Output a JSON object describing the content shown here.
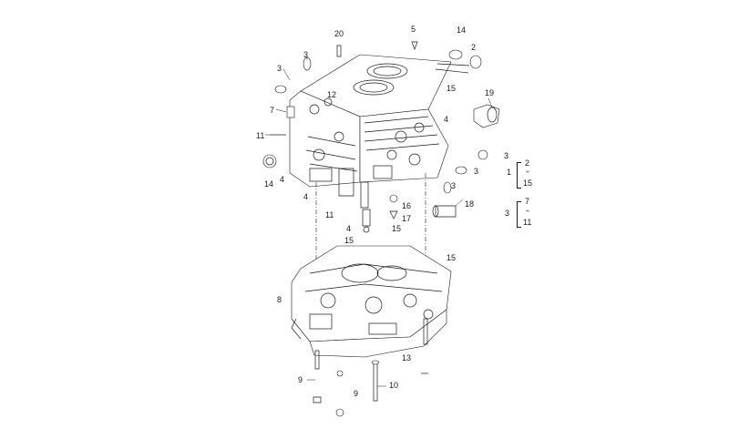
{
  "callouts": {
    "c20": "20",
    "c5": "5",
    "c14_top": "14",
    "c2_top": "2",
    "c3_a": "3",
    "c3_b": "3",
    "c12": "12",
    "c15_a": "15",
    "c19": "19",
    "c7": "7",
    "c4_a": "4",
    "c11_a": "11",
    "c3_c": "3",
    "c3_d": "3",
    "c3_e": "3",
    "c14_left": "14",
    "c4_b": "4",
    "c4_c": "4",
    "c16": "16",
    "c18": "18",
    "c11_b": "11",
    "c17": "17",
    "c4_d": "4",
    "c15_b": "15",
    "c15_c": "15",
    "c15_d": "15",
    "c8": "8",
    "c13": "13",
    "c9_a": "9",
    "c10": "10",
    "c9_b": "9"
  },
  "legend": {
    "group1": {
      "key": "1",
      "items": [
        "2",
        "15"
      ],
      "connector": "÷"
    },
    "group2": {
      "key": "3",
      "items": [
        "7",
        "11"
      ],
      "connector": "÷"
    },
    "head_ref": "3"
  }
}
